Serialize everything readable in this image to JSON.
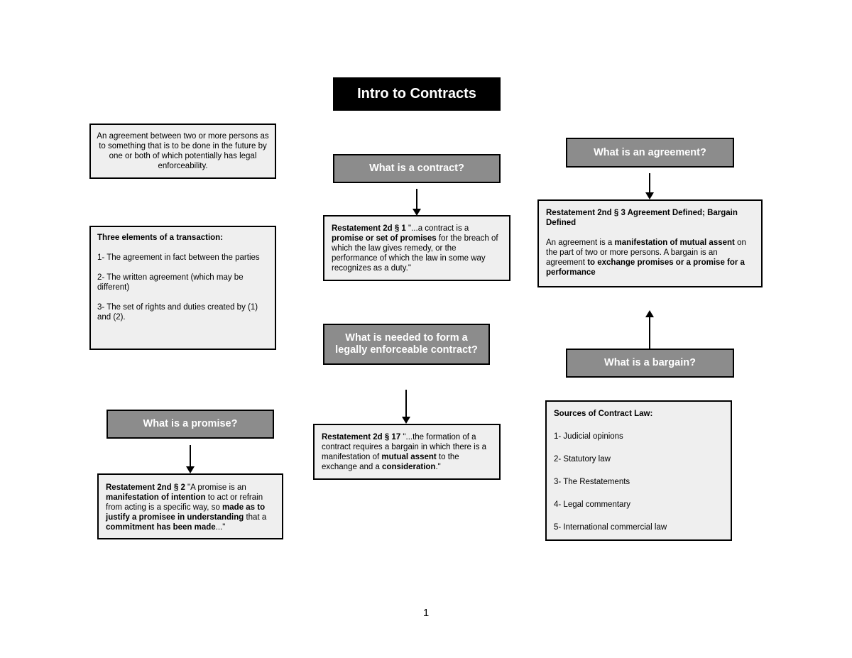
{
  "title": "Intro to Contracts",
  "definition_box": {
    "text": "An agreement between two or more persons as to something that is to be done in the future by one or both of which potentially has legal enforceability."
  },
  "elements_box": {
    "heading": "Three elements of a transaction:",
    "items": [
      "1- The agreement in fact between the parties",
      "2- The written agreement (which may be different)",
      "3- The set of rights and duties created by (1) and (2)."
    ]
  },
  "what_is_contract": {
    "heading": "What is a contract?",
    "ref": "Restatement 2d § 1",
    "t1": " \"...a contract is a ",
    "b1": "promise or set of promises",
    "t2": " for the breach of which the law gives remedy, or the performance of which the law in some way recognizes as a duty.\""
  },
  "what_is_needed": {
    "heading": "What is needed to form a legally enforceable contract?",
    "ref": "Restatement 2d § 17",
    "t1": " \"...the formation of a contract requires a bargain in which there is a manifestation of ",
    "b1": "mutual assent",
    "t2": " to the exchange and a ",
    "b2": "consideration",
    "t3": ".\""
  },
  "what_is_promise": {
    "heading": "What is a promise?",
    "ref": "Restatement 2nd § 2",
    "t1": " \"A promise is an ",
    "b1": "manifestation of intention",
    "t2": " to act or refrain from acting is a specific way, so ",
    "b2": "made as to justify a promisee in understanding",
    "t3": " that a ",
    "b3": "commitment has been made",
    "t4": "...\""
  },
  "what_is_agreement": {
    "heading": "What is an agreement?",
    "ref": "Restatement 2nd § 3 Agreement Defined; Bargain Defined",
    "t1": "An agreement is a ",
    "b1": "manifestation of mutual assent",
    "t2": " on the part of two or more persons. A bargain is an agreement ",
    "b2": "to exchange promises or a promise for a performance"
  },
  "what_is_bargain": {
    "heading": "What is a bargain?"
  },
  "sources_box": {
    "heading": "Sources of Contract Law:",
    "items": [
      "1- Judicial opinions",
      "2- Statutory law",
      "3- The Restatements",
      "4- Legal commentary",
      "5- International commercial law"
    ]
  },
  "page_number": "1"
}
